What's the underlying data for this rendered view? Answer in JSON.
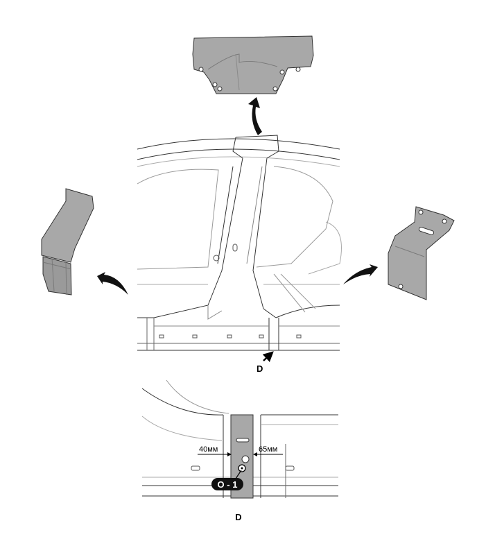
{
  "labels": {
    "view_marker": "D",
    "detail_title": "D",
    "dim_left": "40мм",
    "dim_right": "65мм",
    "weld_tag": "O - 1"
  },
  "colors": {
    "panel_fill": "#a8a8a8",
    "panel_dark": "#8c8c8c",
    "line": "#222222",
    "faint_line": "#bdbdbd",
    "tag_bg": "#111111"
  },
  "parts": [
    "roof-rail-reinforcement",
    "front-pillar-patch",
    "rear-pillar-patch",
    "b-pillar-outer-section"
  ]
}
